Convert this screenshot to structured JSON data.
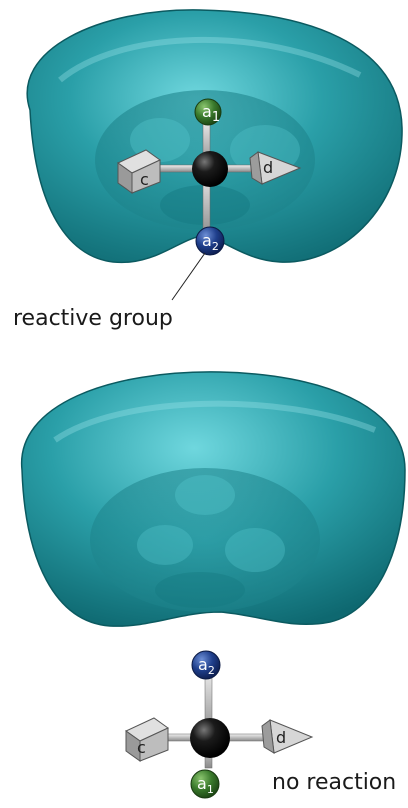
{
  "panels": [
    {
      "caption": "reactive group",
      "atoms": {
        "top": "a",
        "top_sub": "1",
        "bottom": "a",
        "bottom_sub": "2",
        "left": "c",
        "right": "d"
      }
    },
    {
      "caption": "no reaction",
      "atoms": {
        "top": "a",
        "top_sub": "2",
        "bottom": "a",
        "bottom_sub": "1",
        "left": "c",
        "right": "d"
      }
    }
  ],
  "colors": {
    "surface": "#1f8f97",
    "surface_light": "#5fd0d8",
    "surface_dark": "#0d5f66",
    "green_atom": "#3a7a2c",
    "blue_atom": "#1f3f8c",
    "center_atom": "#111111",
    "group_gray": "#b9b9b9"
  }
}
